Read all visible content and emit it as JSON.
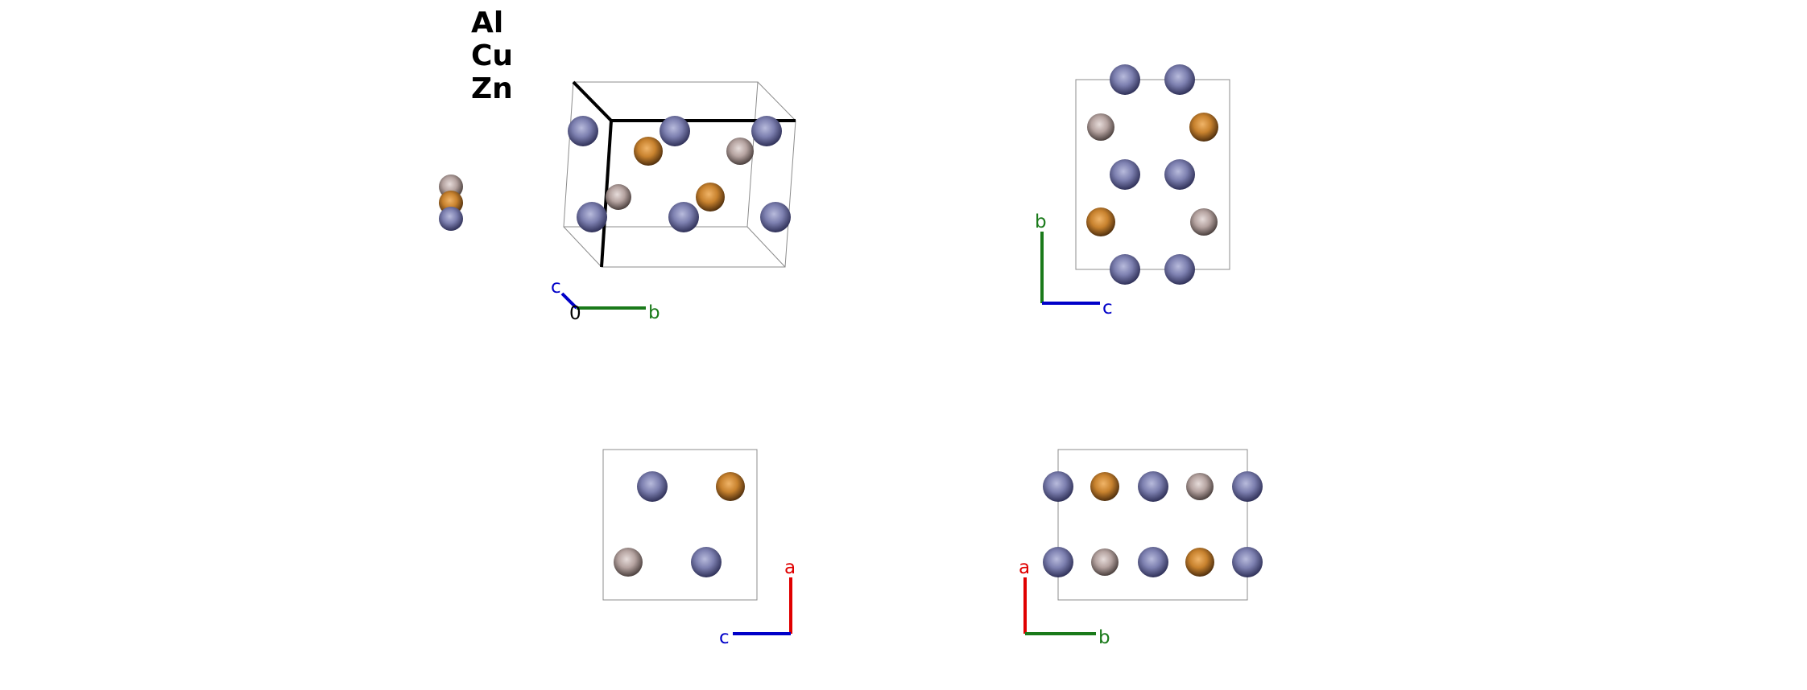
{
  "legend": {
    "elements": [
      "Al",
      "Cu",
      "Zn"
    ]
  },
  "colors": {
    "Al": "#b5a3a0",
    "Cu": "#c8822e",
    "Zn": "#7d80b0",
    "axis_a": "#e00000",
    "axis_b": "#1a7a1a",
    "axis_c": "#0000c8",
    "origin": "#000000",
    "cell_edge": "#8c8c8c",
    "cell_edge_bold": "#000000"
  },
  "axes_labels": {
    "a": "a",
    "b": "b",
    "c": "c",
    "origin": "0"
  },
  "views": [
    {
      "name": "perspective",
      "projection": "oblique",
      "axes": [
        "c",
        "b"
      ]
    },
    {
      "name": "along-a",
      "projection": "orthographic",
      "axes": [
        "c",
        "b"
      ]
    },
    {
      "name": "along-b",
      "projection": "orthographic",
      "axes": [
        "c",
        "a"
      ]
    },
    {
      "name": "along-c",
      "projection": "orthographic",
      "axes": [
        "b",
        "a"
      ]
    }
  ]
}
